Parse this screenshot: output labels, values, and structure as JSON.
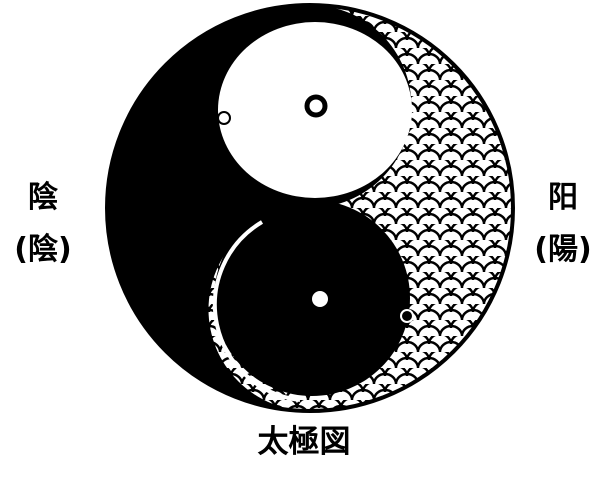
{
  "labels": {
    "yin_main": "陰",
    "yin_old": "(陰)",
    "yang_main": "阳",
    "yang_old": "(陽)",
    "caption": "太極図"
  },
  "colors": {
    "ink": "#000000",
    "paper": "#ffffff"
  }
}
